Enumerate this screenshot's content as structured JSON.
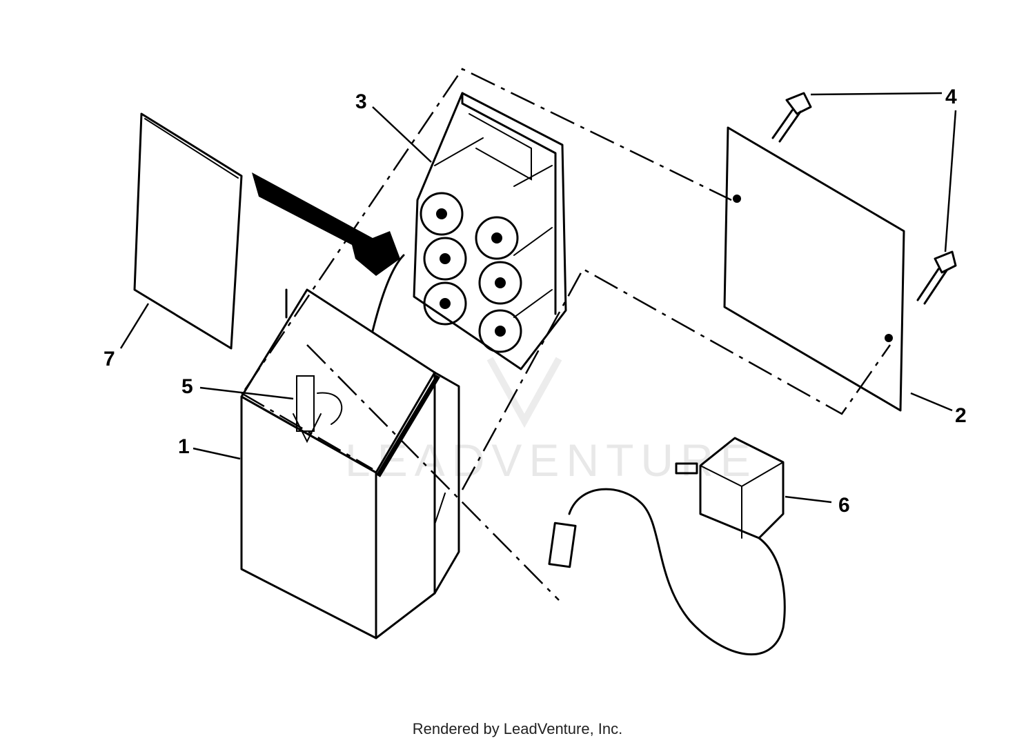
{
  "diagram": {
    "callouts": [
      "1",
      "2",
      "3",
      "4",
      "5",
      "6",
      "7"
    ],
    "watermark": "LEADVENTURE"
  },
  "footer": {
    "text": "Rendered by LeadVenture, Inc."
  },
  "colors": {
    "line": "#000000",
    "watermark": "#e8e8e8",
    "background": "#ffffff"
  }
}
